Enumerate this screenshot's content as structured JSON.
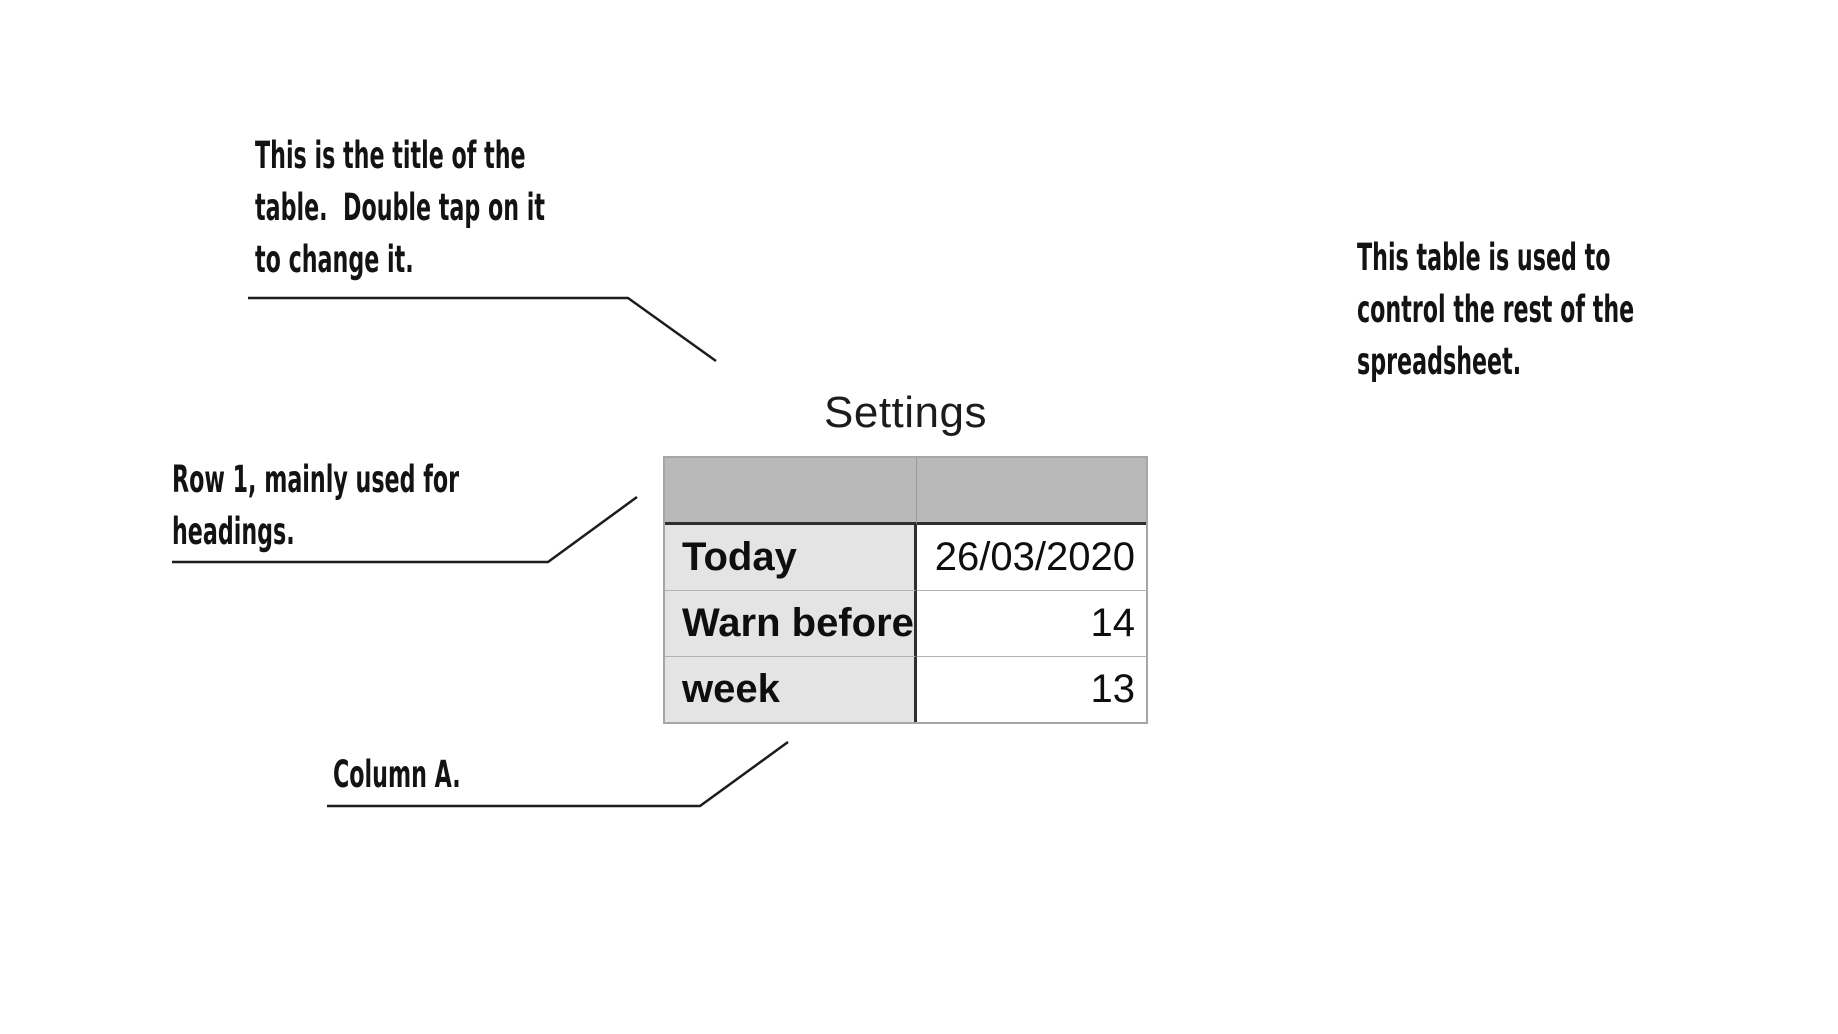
{
  "notes": {
    "title_note": {
      "lines": [
        "This is the title of the",
        "table.  Double tap on it",
        "to change it."
      ]
    },
    "row1_note": {
      "lines": [
        "Row 1, mainly used for",
        "headings."
      ]
    },
    "purpose_note": {
      "lines": [
        "This table is used to",
        "control the rest of the",
        "spreadsheet."
      ]
    },
    "column_note": {
      "lines": [
        "Column A."
      ]
    }
  },
  "table": {
    "title": "Settings",
    "header_cells": [
      "",
      ""
    ],
    "rows": [
      {
        "label": "Today",
        "value": "26/03/2020"
      },
      {
        "label": "Warn before",
        "value": "14"
      },
      {
        "label": "week",
        "value": "13"
      }
    ]
  },
  "colors": {
    "page_background": "#ffffff",
    "header_row_bg": "#b9b9b9",
    "label_column_bg": "#e4e4e4",
    "value_column_bg": "#ffffff",
    "heavy_divider": "#2e2e2e",
    "light_border": "#a6a6a6",
    "leader_line": "#1c1c1c",
    "text": "#131313"
  }
}
